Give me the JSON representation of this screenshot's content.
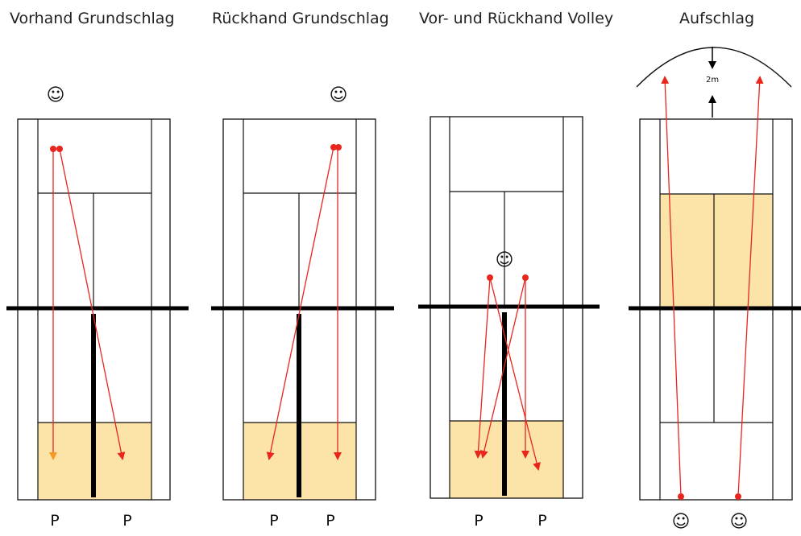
{
  "titles": {
    "forehand": "Vorhand Grundschlag",
    "backhand": "Rückhand Grundschlag",
    "volley": "Vor- und Rückhand Volley",
    "serve": "Aufschlag"
  },
  "labels": {
    "forehand": [
      "P",
      "P"
    ],
    "backhand": [
      "P",
      "P"
    ],
    "volley": [
      "P",
      "P"
    ],
    "serve_smileys": [
      "☺",
      "☺"
    ]
  },
  "player_symbol": "☺",
  "serve_distance": "2m",
  "colors": {
    "court_line": "#111111",
    "net": "#000000",
    "target_zone": "#fce3a8",
    "trajectory": "#e8261c",
    "trajectory_alt": "#f29a22",
    "background": "#ffffff"
  }
}
